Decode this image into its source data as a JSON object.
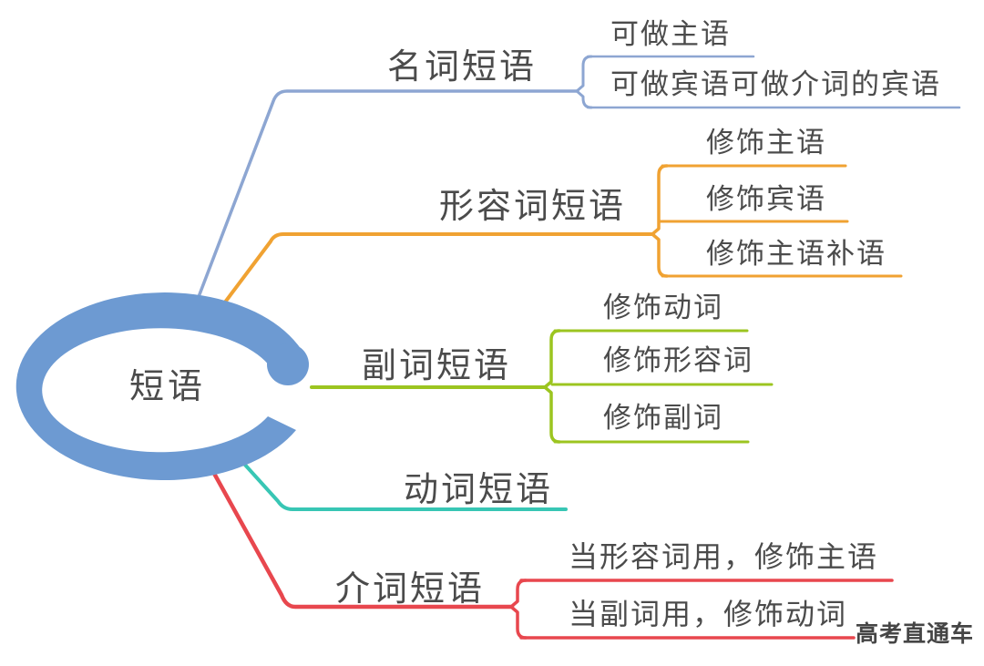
{
  "center": {
    "label": "短语",
    "color": "#6d9ad2",
    "text_color": "#4b4b4b"
  },
  "watermark": "高考直通车",
  "branches": [
    {
      "id": "noun-phrase",
      "label": "名词短语",
      "color": "#8da6d2",
      "children": [
        {
          "label": "可做主语"
        },
        {
          "label": "可做宾语可做介词的宾语"
        }
      ]
    },
    {
      "id": "adjective-phrase",
      "label": "形容词短语",
      "color": "#f0a232",
      "children": [
        {
          "label": "修饰主语"
        },
        {
          "label": "修饰宾语"
        },
        {
          "label": "修饰主语补语"
        }
      ]
    },
    {
      "id": "adverb-phrase",
      "label": "副词短语",
      "color": "#9cc520",
      "children": [
        {
          "label": "修饰动词"
        },
        {
          "label": "修饰形容词"
        },
        {
          "label": "修饰副词"
        }
      ]
    },
    {
      "id": "verb-phrase",
      "label": "动词短语",
      "color": "#38c6b4",
      "children": []
    },
    {
      "id": "preposition-phrase",
      "label": "介词短语",
      "color": "#e8474e",
      "children": [
        {
          "label": "当形容词用，修饰主语"
        },
        {
          "label": "当副词用，修饰动词"
        }
      ]
    }
  ]
}
